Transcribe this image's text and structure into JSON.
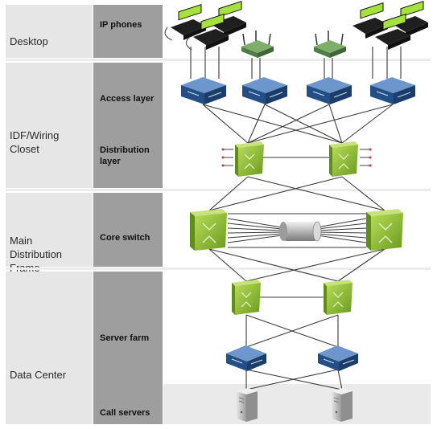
{
  "tiers": {
    "desktop": "Desktop",
    "idf": "IDF/Wiring Closet",
    "mdf": "Main Distribution Frame",
    "dc": "Data Center"
  },
  "layers": {
    "ip_phones": "IP phones",
    "access": "Access layer",
    "distribution": "Distribution layer",
    "core": "Core switch",
    "server_farm": "Server farm",
    "call_servers": "Call servers"
  },
  "colors": {
    "tier_band": "#e6e6e6",
    "layer_band": "#9e9e9e",
    "router_green": "#8bbd2e",
    "switch_blue": "#2e5f96",
    "server_gray": "#c8c8c8",
    "phone_black": "#1f1f1f",
    "phone_screen": "#a6e23c",
    "link_line": "#3a3a3a"
  },
  "icons": {
    "phone": "ip-phone-icon",
    "access_point": "wireless-access-point-icon",
    "access_switch": "access-switch-icon",
    "l3_switch": "layer3-switch-icon",
    "core_link": "core-trunk-cylinder-icon",
    "server": "call-server-icon"
  }
}
